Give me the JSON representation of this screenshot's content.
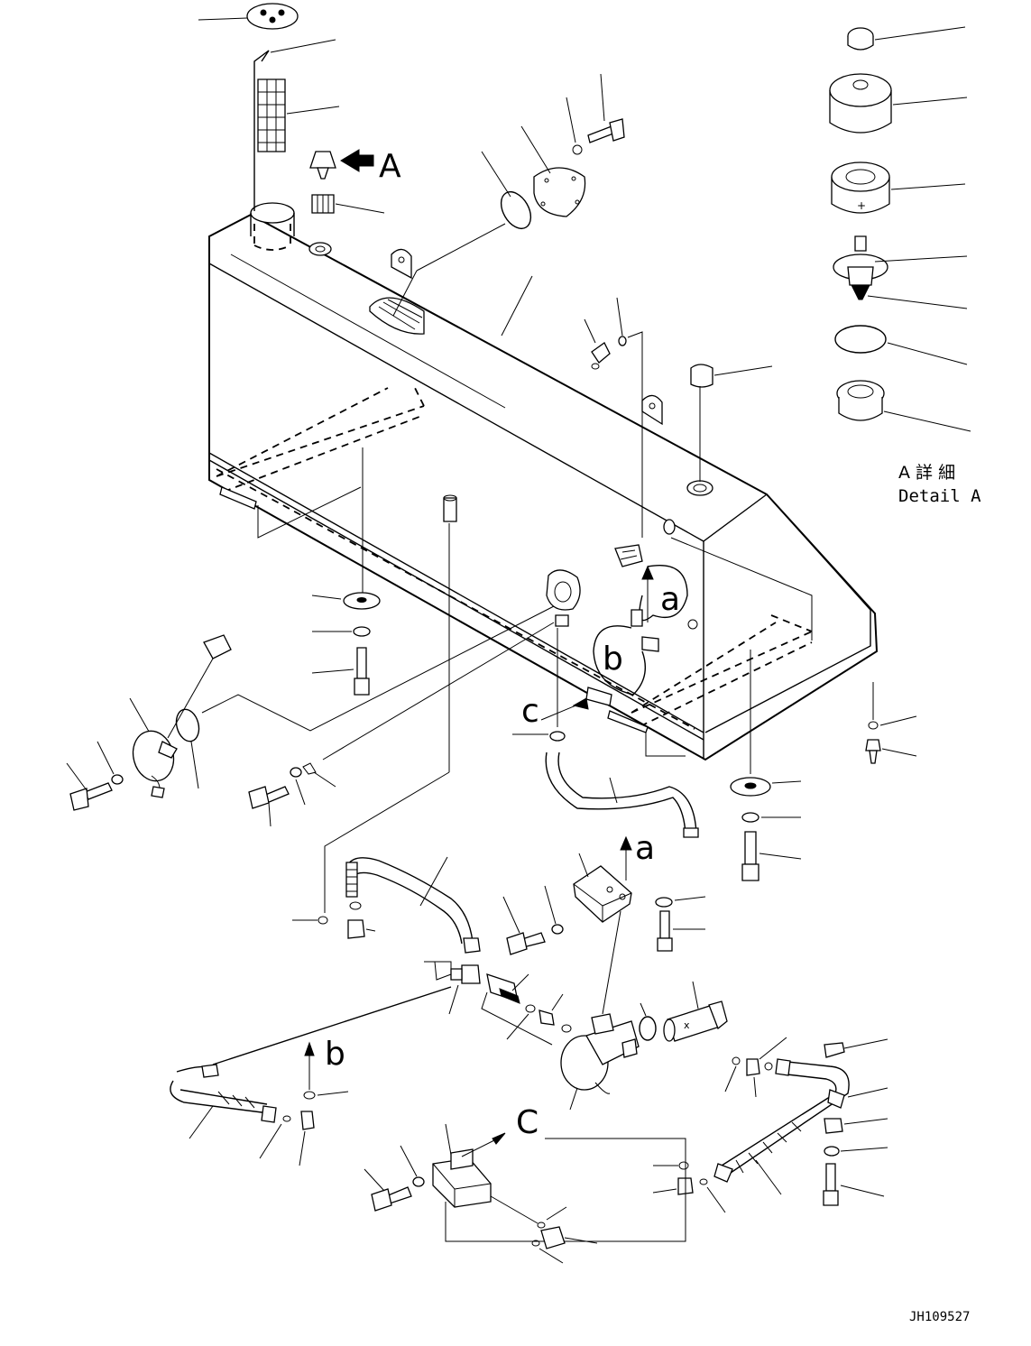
{
  "view_labels": {
    "A": "A",
    "a_top": "a",
    "b_top": "b",
    "c_top": "c",
    "a_bottom": "a",
    "b_bottom": "b",
    "c_bottom": "C"
  },
  "detail": {
    "title_jp": "A 詳 細",
    "title_en": "Detail A"
  },
  "drawing_number": "JH109527"
}
